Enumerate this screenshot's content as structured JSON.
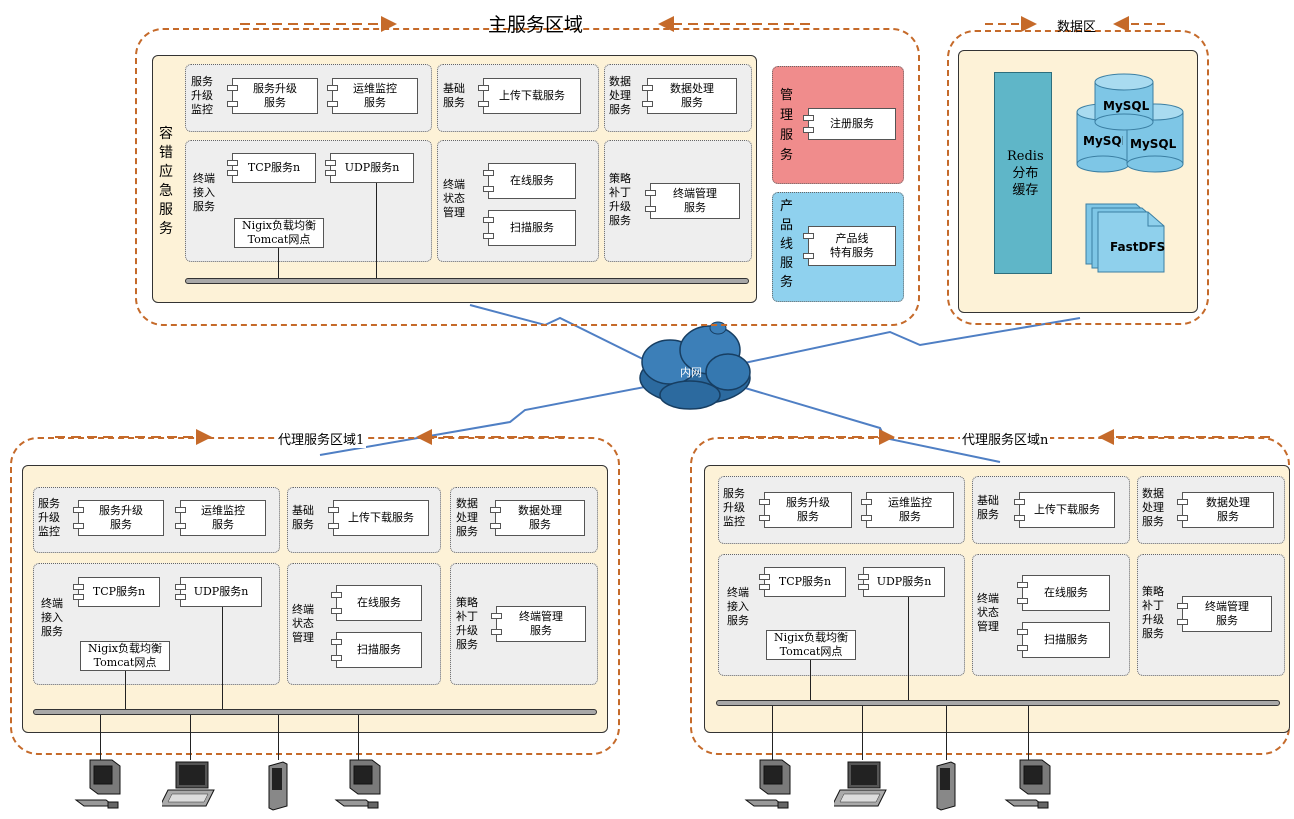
{
  "main": {
    "title": "主服务区域",
    "fault_tolerance": "容\n错\n应\n急\n服\n务",
    "groups": {
      "monitor": "服务\n升级\n监控",
      "basic": "基础\n服务",
      "data": "数据\n处理\n服务",
      "terminal_access": "终端\n接入\n服务",
      "terminal_state": "终端\n状态\n管理",
      "policy": "策略\n补丁\n升级\n服务"
    },
    "components": {
      "upgrade": "服务升级\n服务",
      "ops": "运维监控\n服务",
      "updown": "上传下载服务",
      "dataproc": "数据处理\n服务",
      "tcp": "TCP服务n",
      "udp": "UDP服务n",
      "nginx": "Nigix负载均衡\nTomcat网点",
      "online": "在线服务",
      "scan": "扫描服务",
      "termmgr": "终端管理\n服务"
    }
  },
  "management": {
    "label": "管\n理\n服\n务",
    "register": "注册服务",
    "color": "#f08c8c"
  },
  "product": {
    "label": "产\n品\n线\n服\n务",
    "special": "产品线\n特有服务",
    "color": "#8fd1ee"
  },
  "data_area": {
    "title": "数据区",
    "redis": "Redis\n分布\n缓存",
    "mysql_top": "MySQL",
    "mysql_left": "MySQL",
    "mysql_right": "MySQL",
    "fastdfs": "FastDFS"
  },
  "network": {
    "label": "内网"
  },
  "proxy1": {
    "title": "代理服务区域1",
    "groups": {
      "monitor": "服务\n升级\n监控",
      "basic": "基础\n服务",
      "data": "数据\n处理\n服务",
      "terminal_access": "终端\n接入\n服务",
      "terminal_state": "终端\n状态\n管理",
      "policy": "策略\n补丁\n升级\n服务"
    },
    "components": {
      "upgrade": "服务升级\n服务",
      "ops": "运维监控\n服务",
      "updown": "上传下载服务",
      "dataproc": "数据处理\n服务",
      "tcp": "TCP服务n",
      "udp": "UDP服务n",
      "nginx": "Nigix负载均衡\nTomcat网点",
      "online": "在线服务",
      "scan": "扫描服务",
      "termmgr": "终端管理\n服务"
    }
  },
  "proxyn": {
    "title": "代理服务区域n",
    "groups": {
      "monitor": "服务\n升级\n监控",
      "basic": "基础\n服务",
      "data": "数据\n处理\n服务",
      "terminal_access": "终端\n接入\n服务",
      "terminal_state": "终端\n状态\n管理",
      "policy": "策略\n补丁\n升级\n服务"
    },
    "components": {
      "upgrade": "服务升级\n服务",
      "ops": "运维监控\n服务",
      "updown": "上传下载服务",
      "dataproc": "数据处理\n服务",
      "tcp": "TCP服务n",
      "udp": "UDP服务n",
      "nginx": "Nigix负载均衡\nTomcat网点",
      "online": "在线服务",
      "scan": "扫描服务",
      "termmgr": "终端管理\n服务"
    }
  },
  "devices": [
    "desktop-icon",
    "laptop-icon",
    "handheld-icon",
    "desktop-icon"
  ],
  "colors": {
    "region_border": "#c56a2a",
    "panel_bg": "#fdf2d7",
    "group_bg": "#eeeeee",
    "redis_bg": "#5fb6c8",
    "db_blue": "#7ec6e6",
    "link_blue": "#4f7fc4"
  }
}
